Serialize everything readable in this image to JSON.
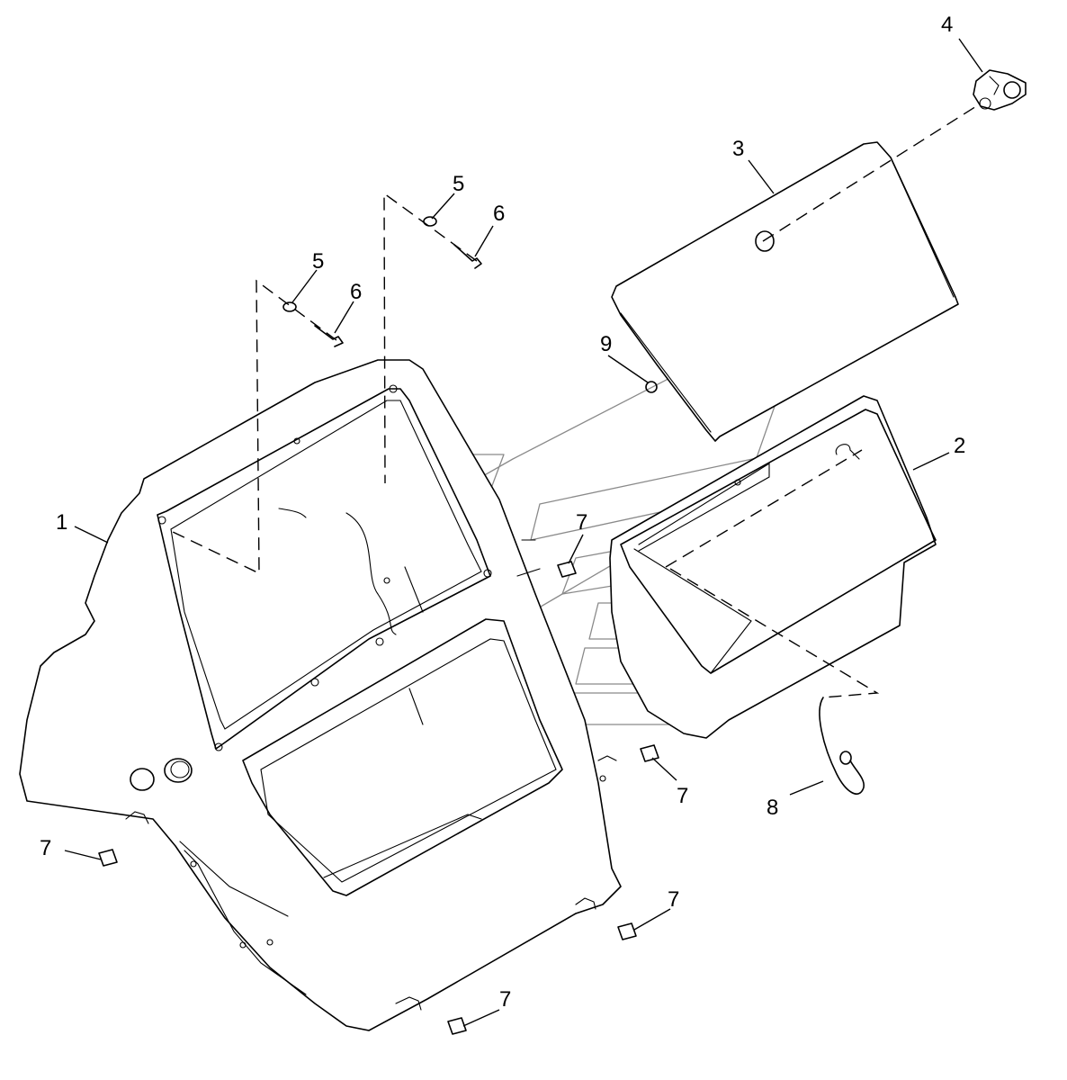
{
  "callouts": [
    {
      "id": "c1",
      "text": "1"
    },
    {
      "id": "c2",
      "text": "2"
    },
    {
      "id": "c3",
      "text": "3"
    },
    {
      "id": "c4",
      "text": "4"
    },
    {
      "id": "c5a",
      "text": "5"
    },
    {
      "id": "c5b",
      "text": "5"
    },
    {
      "id": "c6a",
      "text": "6"
    },
    {
      "id": "c6b",
      "text": "6"
    },
    {
      "id": "c7a",
      "text": "7"
    },
    {
      "id": "c7b",
      "text": "7"
    },
    {
      "id": "c7c",
      "text": "7"
    },
    {
      "id": "c7d",
      "text": "7"
    },
    {
      "id": "c7e",
      "text": "7"
    },
    {
      "id": "c8",
      "text": "8"
    },
    {
      "id": "c9",
      "text": "9"
    }
  ],
  "colors": {
    "line": "#000000",
    "watermark": "#8a8a8a",
    "background": "#ffffff"
  }
}
